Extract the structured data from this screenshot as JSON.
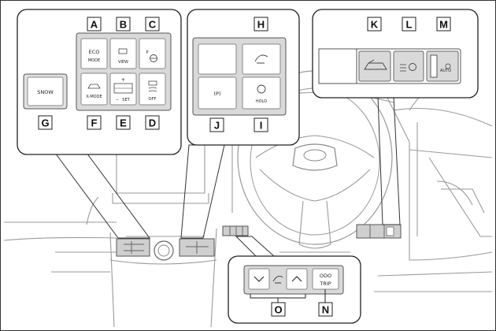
{
  "callouts": {
    "A": {
      "tag": "A",
      "text1": "ECO",
      "text2": "MODE"
    },
    "B": {
      "tag": "B",
      "text1": "VIEW"
    },
    "C": {
      "tag": "C",
      "text1": "P"
    },
    "D": {
      "tag": "D",
      "text1": "OFF"
    },
    "E": {
      "tag": "E",
      "text1": "+",
      "text2": "SET",
      "text3": "−"
    },
    "F": {
      "tag": "F",
      "text1": "X-MODE"
    },
    "G": {
      "tag": "G",
      "text1": "SNOW"
    },
    "H": {
      "tag": "H"
    },
    "I": {
      "tag": "I",
      "text1": "HOLD"
    },
    "J": {
      "tag": "J",
      "text1": "(P)"
    },
    "K": {
      "tag": "K"
    },
    "L": {
      "tag": "L"
    },
    "M": {
      "tag": "M",
      "text1": "AUTO"
    },
    "N": {
      "tag": "N",
      "text1": "ODO",
      "text2": "TRIP"
    },
    "O": {
      "tag": "O"
    }
  }
}
